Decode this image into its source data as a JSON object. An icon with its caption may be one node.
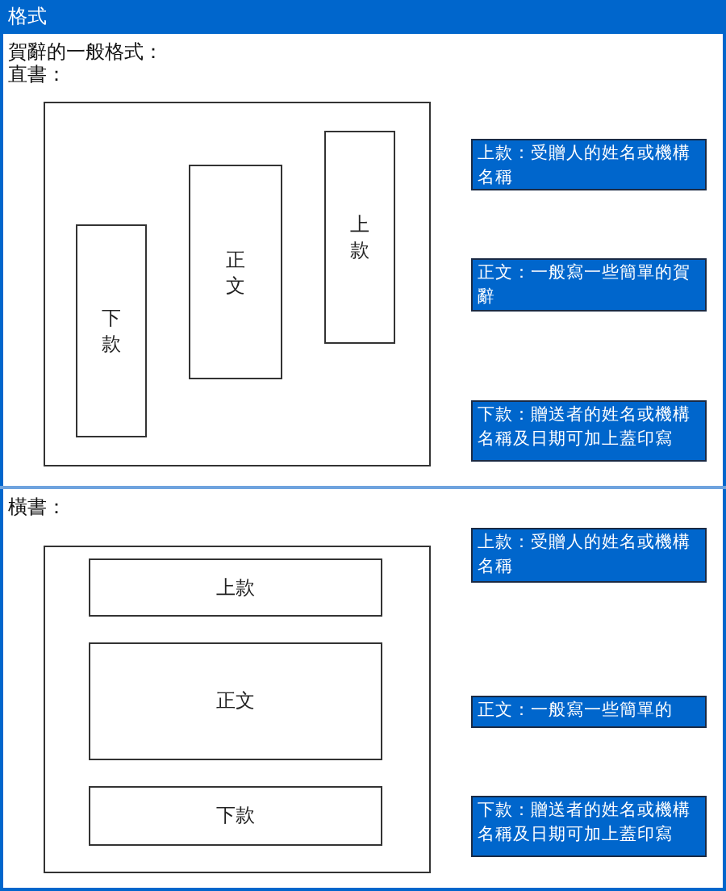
{
  "diagram": {
    "title": "格式",
    "nodes": [
      {
        "text": [],
        "shape": "box"
      },
      {
        "text": [
          "上款"
        ],
        "in": 0
      },
      {
        "text": [
          "正文"
        ],
        "in": 0
      },
      {
        "text": [
          "下款"
        ],
        "in": 0
      },
      {
        "text": [
          "上款：受贈人的姓名或機構名稱"
        ]
      },
      {
        "text": [
          "正文：一般寫一些簡單的賀辭"
        ]
      },
      {
        "text": [
          "下款：贈送者的姓名或機構名稱及日期可加上蓋印寫"
        ]
      },
      {
        "text": [],
        "shape": "box"
      },
      {
        "text": [
          "上款"
        ],
        "in": 7
      },
      {
        "text": [
          "正文"
        ],
        "in": 7
      },
      {
        "text": [
          "下款"
        ],
        "in": 7
      },
      {
        "text": [
          "上款：受贈人的姓名或機構名稱"
        ]
      },
      {
        "text": [
          "正文：一般寫一些簡單的"
        ]
      },
      {
        "text": [
          "下款：贈送者的姓名或機構名稱及日期可加上蓋印寫"
        ]
      }
    ],
    "edges": [],
    "labels": [
      "賀辭的一般格式：",
      "直書：",
      "橫書："
    ]
  }
}
